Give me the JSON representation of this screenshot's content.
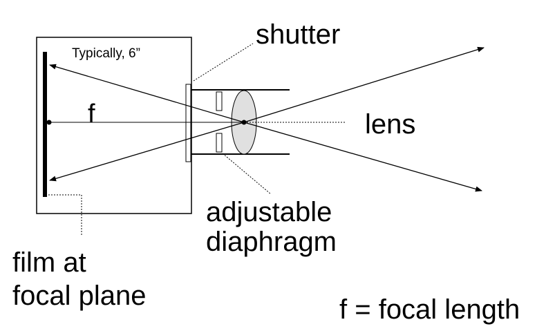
{
  "labels": {
    "typically": "Typically, 6”",
    "shutter": "shutter",
    "f": "f",
    "lens": "lens",
    "adjustable": "adjustable",
    "diaphragm": "diaphragm",
    "film_line1": "film at",
    "film_line2": "focal plane",
    "focal_length_def": "f = focal length"
  },
  "colors": {
    "ink": "#000000",
    "lens_fill": "#e0e0e0",
    "background": "#ffffff"
  }
}
